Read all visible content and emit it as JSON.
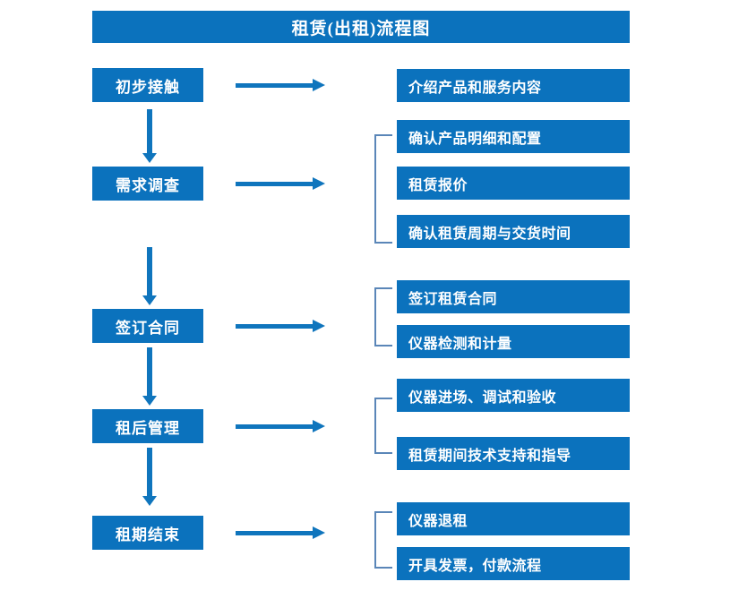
{
  "title": "租赁(出租)流程图",
  "accent_color": "#0b72bd",
  "arrow_color": "#0f75bd",
  "bracket_color": "#5a86b8",
  "text_color": "#ffffff",
  "background_color": "#ffffff",
  "chart_data": {
    "type": "diagram",
    "title": "租赁(出租)流程图",
    "stages": [
      {
        "label": "初步接触",
        "details": [
          "介绍产品和服务内容"
        ],
        "has_bracket": false
      },
      {
        "label": "需求调查",
        "details": [
          "确认产品明细和配置",
          "租赁报价",
          "确认租赁周期与交货时间"
        ],
        "has_bracket": true
      },
      {
        "label": "签订合同",
        "details": [
          "签订租赁合同",
          "仪器检测和计量"
        ],
        "has_bracket": true
      },
      {
        "label": "租后管理",
        "details": [
          "仪器进场、调试和验收",
          "租赁期间技术支持和指导"
        ],
        "has_bracket": true
      },
      {
        "label": "租期结束",
        "details": [
          "仪器退租",
          "开具发票，付款流程"
        ],
        "has_bracket": true
      }
    ]
  },
  "stages": {
    "s0": {
      "label": "初步接触"
    },
    "s1": {
      "label": "需求调查"
    },
    "s2": {
      "label": "签订合同"
    },
    "s3": {
      "label": "租后管理"
    },
    "s4": {
      "label": "租期结束"
    }
  },
  "details": {
    "d0_0": "介绍产品和服务内容",
    "d1_0": "确认产品明细和配置",
    "d1_1": "租赁报价",
    "d1_2": "确认租赁周期与交货时间",
    "d2_0": "签订租赁合同",
    "d2_1": "仪器检测和计量",
    "d3_0": "仪器进场、调试和验收",
    "d3_1": "租赁期间技术支持和指导",
    "d4_0": "仪器退租",
    "d4_1": "开具发票，付款流程"
  }
}
